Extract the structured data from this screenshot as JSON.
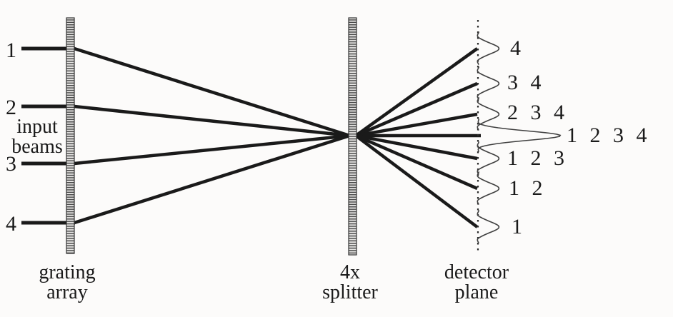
{
  "colors": {
    "background": "#fcfbfa",
    "ink": "#1a1a1a",
    "profile_stroke": "#3f3f3f",
    "grating_dark": "#4a4a4a",
    "grating_light": "#e7e6e4"
  },
  "input": {
    "caption_line1": "input",
    "caption_line2": "beams",
    "beam_labels": [
      "1",
      "2",
      "3",
      "4"
    ]
  },
  "grating": {
    "caption_line1": "grating",
    "caption_line2": "array"
  },
  "splitter": {
    "caption_line1": "4x",
    "caption_line2": "splitter"
  },
  "detector": {
    "caption_line1": "detector",
    "caption_line2": "plane",
    "spot_labels": [
      "4",
      "3 4",
      "2 3 4",
      "1 2 3 4",
      "1 2 3",
      "1 2",
      "1"
    ]
  }
}
